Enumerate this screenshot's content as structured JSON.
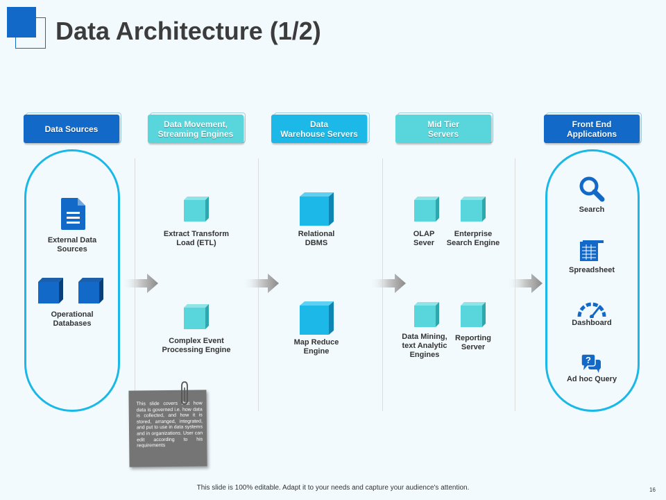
{
  "title": "Data Architecture (1/2)",
  "headers": {
    "data_sources": "Data Sources",
    "movement_1": "Data Movement,",
    "movement_2": "Streaming Engines",
    "warehouse_1": "Data",
    "warehouse_2": "Warehouse Servers",
    "midtier_1": "Mid Tier",
    "midtier_2": "Servers",
    "frontend_1": "Front End",
    "frontend_2": "Applications"
  },
  "sources": {
    "external_1": "External Data",
    "external_2": "Sources",
    "operational_1": "Operational",
    "operational_2": "Databases"
  },
  "movement": {
    "etl_1": "Extract Transform",
    "etl_2": "Load (ETL)",
    "cep_1": "Complex Event",
    "cep_2": "Processing Engine"
  },
  "warehouse": {
    "rdbms_1": "Relational",
    "rdbms_2": "DBMS",
    "mapreduce_1": "Map Reduce",
    "mapreduce_2": "Engine"
  },
  "midtier": {
    "olap_1": "OLAP",
    "olap_2": "Sever",
    "enterprise_1": "Enterprise",
    "enterprise_2": "Search Engine",
    "mining_1": "Data Mining,",
    "mining_2": "text Analytic",
    "mining_3": "Engines",
    "reporting_1": "Reporting",
    "reporting_2": "Server"
  },
  "frontend": {
    "search": "Search",
    "spreadsheet": "Spreadsheet",
    "dashboard": "Dashboard",
    "adhoc": "Ad hoc Query"
  },
  "note_text": "This slide covers that how data is governed i.e. how data is collected, and how it is stored, arranged, integrated, and put to use in data systems and in organizations. User can edit according to his requirements",
  "footer": "This slide is 100% editable. Adapt it to your needs and capture your audience's attention.",
  "page_number": "16",
  "colors": {
    "dark_blue": "#1269c7",
    "bright_blue": "#1cb9e8",
    "teal": "#58d6dc",
    "pill_border": "#1ab8e6",
    "background": "#f2fafd"
  },
  "icons": [
    "document-icon",
    "cube-icon",
    "arrow-right-icon",
    "search-icon",
    "spreadsheet-icon",
    "dashboard-gauge-icon",
    "question-chat-icon",
    "paperclip-icon"
  ]
}
